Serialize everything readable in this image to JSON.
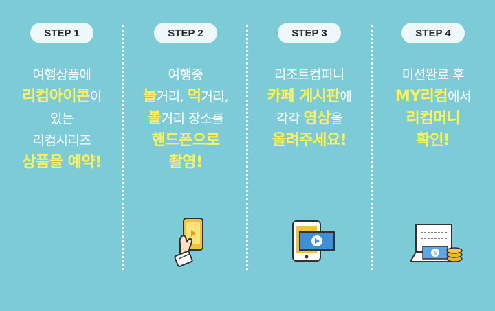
{
  "steps": [
    {
      "label": "STEP 1",
      "lines": [
        [
          {
            "t": "여행상품에",
            "hl": false
          }
        ],
        [
          {
            "t": "리컴아이콘",
            "hl": true
          },
          {
            "t": "이",
            "hl": false
          }
        ],
        [
          {
            "t": "있는",
            "hl": false
          }
        ],
        [
          {
            "t": "리컴시리즈",
            "hl": false
          }
        ],
        [
          {
            "t": "상품을 예약!",
            "hl": true
          }
        ]
      ]
    },
    {
      "label": "STEP 2",
      "lines": [
        [
          {
            "t": "여행중",
            "hl": false
          }
        ],
        [
          {
            "t": "놀",
            "hl": true
          },
          {
            "t": "거리, ",
            "hl": false
          },
          {
            "t": "먹",
            "hl": true
          },
          {
            "t": "거리,",
            "hl": false
          }
        ],
        [
          {
            "t": "볼",
            "hl": true
          },
          {
            "t": "거리 장소를",
            "hl": false
          }
        ],
        [
          {
            "t": "핸드폰으로",
            "hl": true
          }
        ],
        [
          {
            "t": "촬영!",
            "hl": true
          }
        ]
      ]
    },
    {
      "label": "STEP 3",
      "lines": [
        [
          {
            "t": "리조트컴퍼니",
            "hl": false
          }
        ],
        [
          {
            "t": "카페 게시판",
            "hl": true
          },
          {
            "t": "에",
            "hl": false
          }
        ],
        [
          {
            "t": "각각 ",
            "hl": false
          },
          {
            "t": "영상",
            "hl": true
          },
          {
            "t": "을",
            "hl": false
          }
        ],
        [
          {
            "t": "올려주세요!",
            "hl": true
          }
        ]
      ]
    },
    {
      "label": "STEP 4",
      "lines": [
        [
          {
            "t": "미션완료 후",
            "hl": false
          }
        ],
        [
          {
            "t": "MY리컴",
            "hl": true
          },
          {
            "t": "에서",
            "hl": false
          }
        ],
        [
          {
            "t": "리컴머니",
            "hl": true
          }
        ],
        [
          {
            "t": "확인!",
            "hl": true
          }
        ]
      ]
    }
  ],
  "icons": [
    "hand-phone-icon",
    "tablet-video-icon",
    "money-receipt-icon"
  ],
  "colors": {
    "background": "#7ecbd8",
    "highlight": "#fff15a",
    "pill": "#eef8fa"
  }
}
